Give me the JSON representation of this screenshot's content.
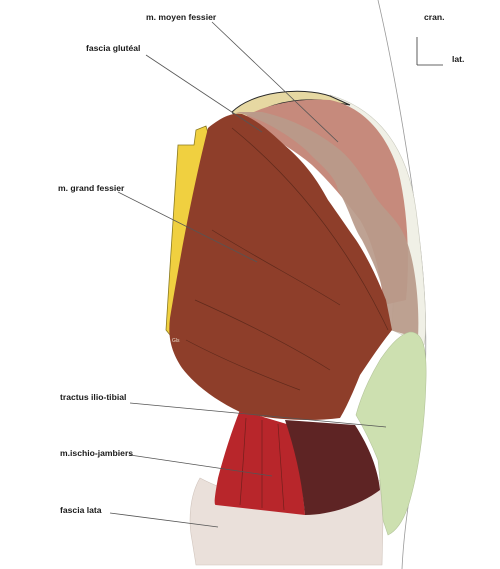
{
  "labels": {
    "moyen_fessier": "m. moyen fessier",
    "fascia_gluteal": "fascia glutéal",
    "grand_fessier": "m. grand fessier",
    "tractus": "tractus ilio-tibial",
    "ischio": "m.ischio-jambiers",
    "fascia_lata": "fascia lata",
    "small_mark": "Gls"
  },
  "orientation": {
    "cranial": "cran.",
    "lateral": "lat."
  },
  "colors": {
    "grand_fessier": "#8e3e2a",
    "moyen_fessier": "#c68a7c",
    "fascia_gluteal": "#b89a8a",
    "fascia_top": "#e6d8a2",
    "tractus": "#cde0b0",
    "ischio_light": "#b8262b",
    "ischio_dark": "#5e2424",
    "fascia_lata": "#eae0da",
    "yellow": "#f0d040",
    "outer_fascia": "#f0f0e6"
  }
}
